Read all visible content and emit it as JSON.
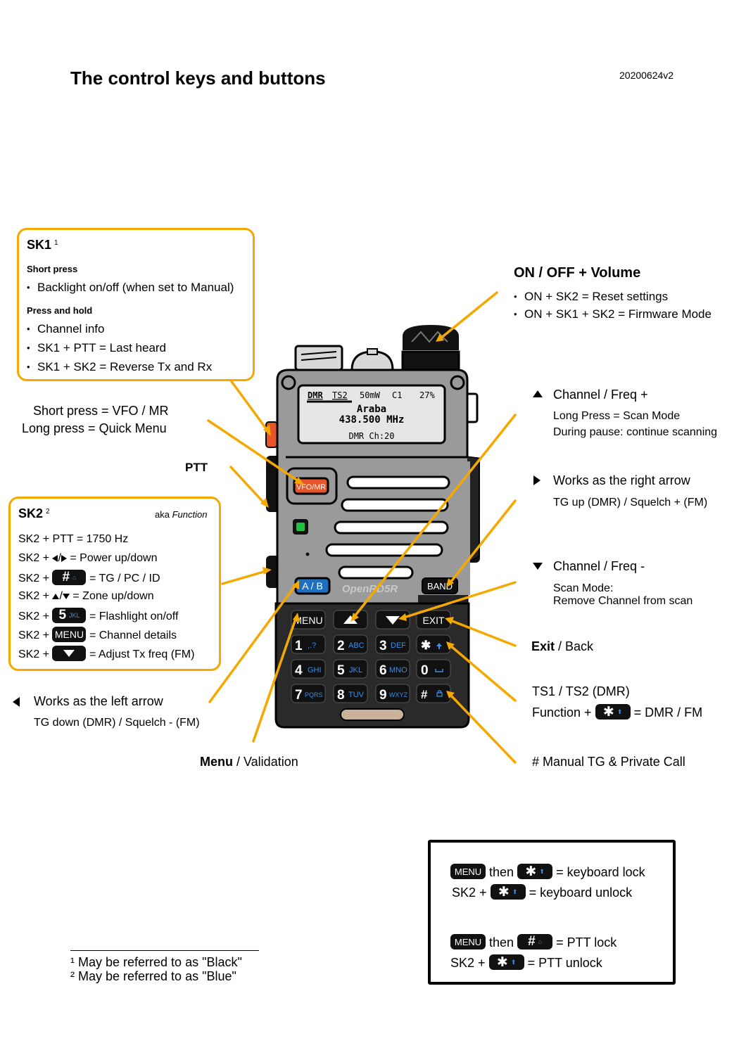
{
  "page": {
    "title": "The control keys and buttons",
    "version": "20200624v2"
  },
  "sk1": {
    "title": "SK1",
    "footnote_ref": "1",
    "short_press_heading": "Short press",
    "short_press_items": [
      "Backlight on/off (when set to Manual)"
    ],
    "hold_heading": "Press and hold",
    "hold_items": [
      "Channel info",
      "SK1 + PTT = Last heard",
      "SK1 + SK2 = Reverse Tx and Rx"
    ]
  },
  "vfo": {
    "short": "Short press = VFO / MR",
    "long": "Long press = Quick Menu"
  },
  "ptt": {
    "label": "PTT"
  },
  "sk2": {
    "title": "SK2",
    "footnote_ref": "2",
    "aka_prefix": "aka",
    "aka_word": "Function",
    "prefix": "SK2 +",
    "line1": "SK2 + PTT = 1750 Hz",
    "line2": "= Power up/down",
    "line3": "= TG / PC / ID",
    "line4": "= Zone up/down",
    "line5": "= Flashlight on/off",
    "line6": "= Channel details",
    "line7": "= Adjust Tx freq (FM)"
  },
  "left_arrow": {
    "main": "Works as the left arrow",
    "sub": "TG down (DMR) / Squelch - (FM)"
  },
  "menu_label": {
    "bold": "Menu",
    "rest": " / Validation"
  },
  "onoff": {
    "title": "ON / OFF + Volume",
    "items": [
      "ON + SK2 = Reset settings",
      "ON + SK1 + SK2 = Firmware Mode"
    ]
  },
  "up": {
    "main": "Channel / Freq +",
    "sub1": "Long Press = Scan Mode",
    "sub2": "During pause: continue scanning"
  },
  "right": {
    "main": "Works as the right arrow",
    "sub": "TG up (DMR) / Squelch + (FM)"
  },
  "down": {
    "main": "Channel / Freq -",
    "sub1": "Scan Mode:",
    "sub2": "Remove Channel from scan"
  },
  "exit": {
    "bold": "Exit",
    "rest": " / Back"
  },
  "ts": {
    "main": "TS1 / TS2 (DMR)",
    "prefix": "Function +",
    "suffix": "= DMR / FM"
  },
  "hash": {
    "label": "# Manual TG & Private Call"
  },
  "lock": {
    "then": "then",
    "sk2": "SK2 +",
    "kb_lock": "= keyboard lock",
    "kb_unlock": "= keyboard unlock",
    "ptt_lock": "= PTT lock",
    "ptt_unlock": "= PTT unlock"
  },
  "footnotes": {
    "n1": "¹ May be referred to as \"Black\"",
    "n2": "² May be referred to as \"Blue\""
  },
  "keys": {
    "menu": "MENU",
    "exit": "EXIT",
    "band": "BAND",
    "ab": "A / B",
    "vfomr": "VFO/MR",
    "brand": "OpenRD5R",
    "k1": "1",
    "k1s": ",.?",
    "k2": "2",
    "k2s": "ABC",
    "k3": "3",
    "k3s": "DEF",
    "k4": "4",
    "k4s": "GHI",
    "k5": "5",
    "k5s": "JKL",
    "k6": "6",
    "k6s": "MNO",
    "k7": "7",
    "k7s": "PQRS",
    "k8": "8",
    "k8s": "TUV",
    "k9": "9",
    "k9s": "WXYZ",
    "k0": "0",
    "star": "✱",
    "hash": "#"
  },
  "display": {
    "mode": "DMR",
    "ts": "TS2",
    "power": "50mW",
    "color": "C1",
    "battery": "27%",
    "name": "Araba",
    "freq": "438.500 MHz",
    "channel": "DMR Ch:20"
  },
  "colors": {
    "accent": "#f5a900",
    "key_blue": "#3a8ee6",
    "vfo_red": "#e8542a",
    "ab_blue": "#1f6fc0",
    "body_gray": "#9a9a9a",
    "green_led": "#22c040"
  }
}
